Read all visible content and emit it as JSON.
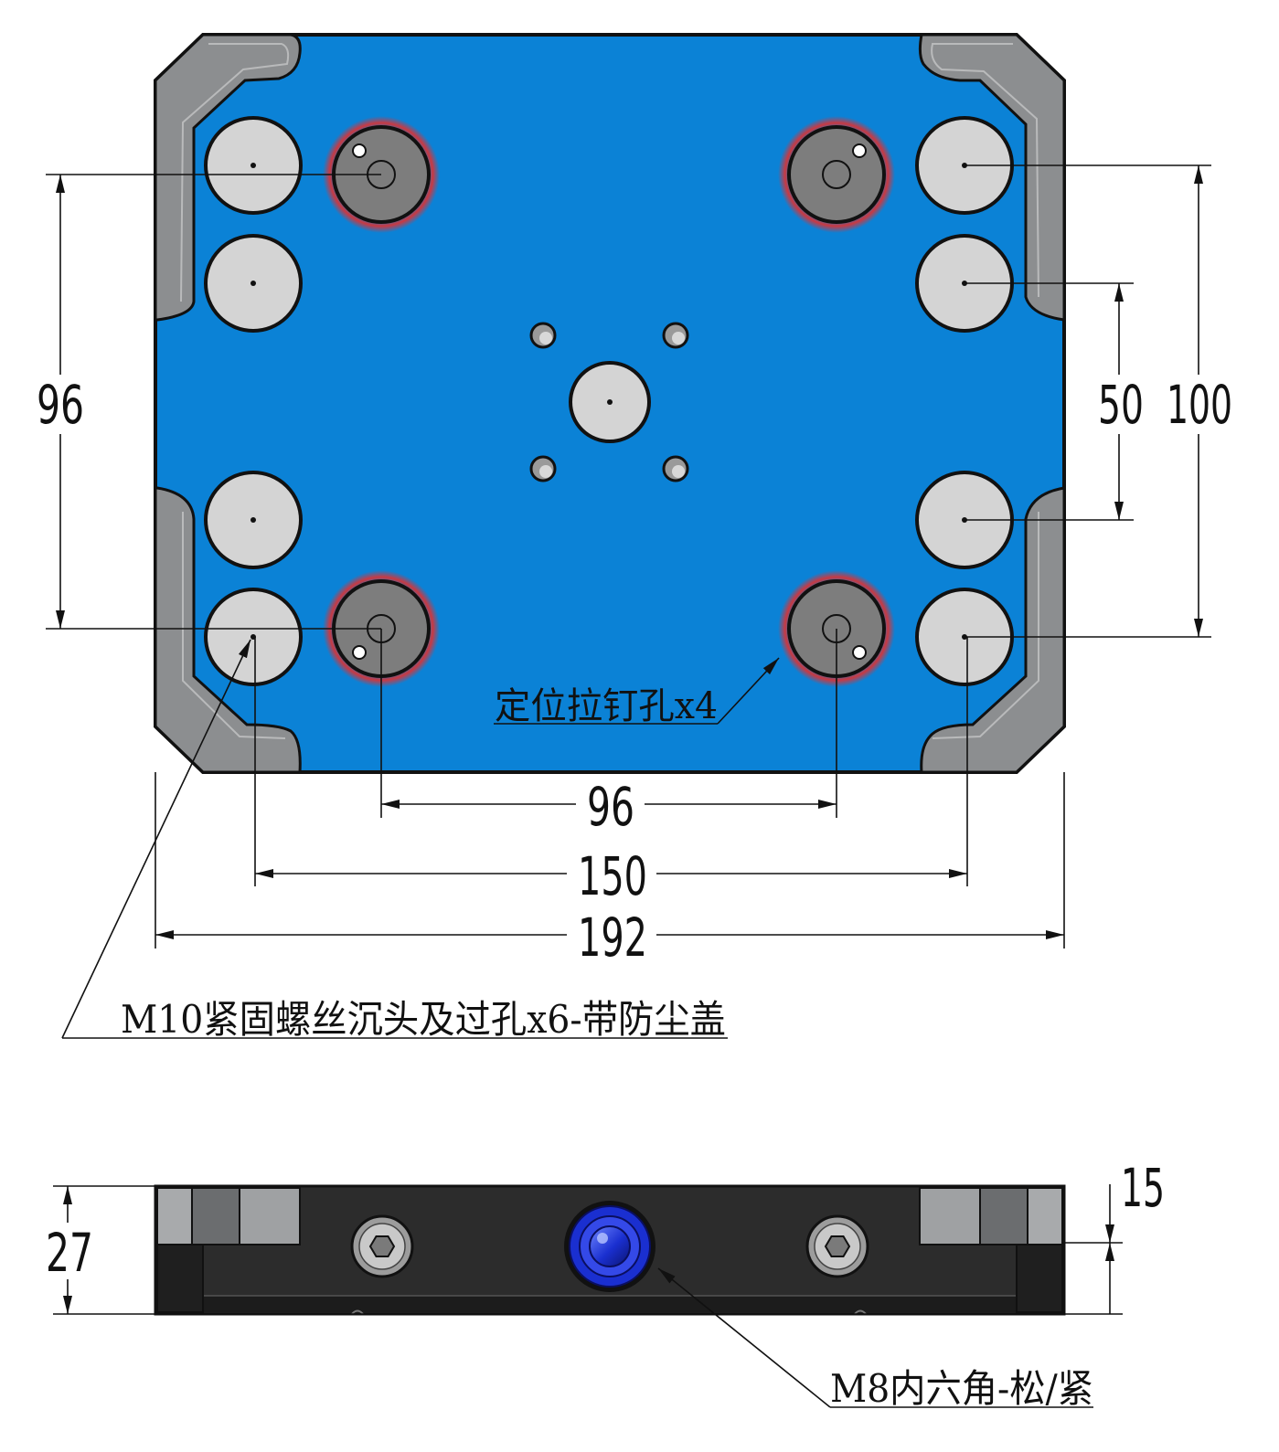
{
  "top_view": {
    "dimensions": {
      "bottom_96": "96",
      "bottom_150": "150",
      "bottom_192": "192",
      "left_96": "96",
      "right_50": "50",
      "right_100": "100"
    },
    "callouts": {
      "locating_holes": "定位拉钉孔x4",
      "m10_holes": "M10紧固螺丝沉头及过孔x6-带防尘盖"
    },
    "colors": {
      "plate_blue": "#0b82d6",
      "corner_grey": "#8c8e90",
      "boss_light": "#d4d4d4",
      "pull_stud_dark": "#7d7d7d",
      "highlight_red": "#d42a2a"
    }
  },
  "side_view": {
    "dimensions": {
      "height_27": "27",
      "height_15": "15"
    },
    "callouts": {
      "m8_hex": "M8内六角-松/紧"
    },
    "colors": {
      "body_dark": "#2c2c2c",
      "bolt_blue": "#1a2fd0"
    }
  }
}
